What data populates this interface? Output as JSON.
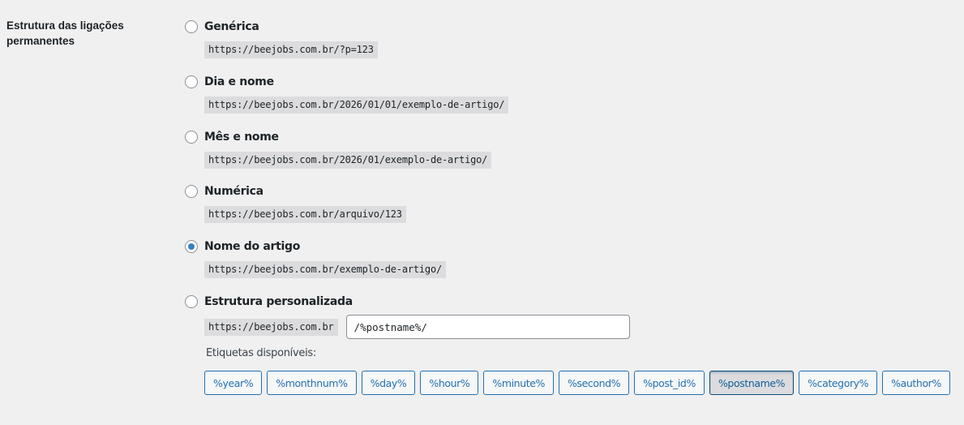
{
  "section": {
    "label": "Estrutura das ligações permanentes"
  },
  "options": [
    {
      "label": "Genérica",
      "example": "https://beejobs.com.br/?p=123",
      "checked": false
    },
    {
      "label": "Dia e nome",
      "example": "https://beejobs.com.br/2026/01/01/exemplo-de-artigo/",
      "checked": false
    },
    {
      "label": "Mês e nome",
      "example": "https://beejobs.com.br/2026/01/exemplo-de-artigo/",
      "checked": false
    },
    {
      "label": "Numérica",
      "example": "https://beejobs.com.br/arquivo/123",
      "checked": false
    },
    {
      "label": "Nome do artigo",
      "example": "https://beejobs.com.br/exemplo-de-artigo/",
      "checked": true
    },
    {
      "label": "Estrutura personalizada",
      "example": "https://beejobs.com.br",
      "checked": false
    }
  ],
  "custom": {
    "base_url": "https://beejobs.com.br",
    "value": "/%postname%/",
    "tags_label": "Etiquetas disponíveis:",
    "tags": [
      "%year%",
      "%monthnum%",
      "%day%",
      "%hour%",
      "%minute%",
      "%second%",
      "%post_id%",
      "%postname%",
      "%category%",
      "%author%"
    ],
    "active_tag": "%postname%"
  },
  "colors": {
    "accent": "#2271b1",
    "radio_checked": "#3582c4",
    "background": "#f0f0f1",
    "code_bg": "#dcdcde"
  }
}
